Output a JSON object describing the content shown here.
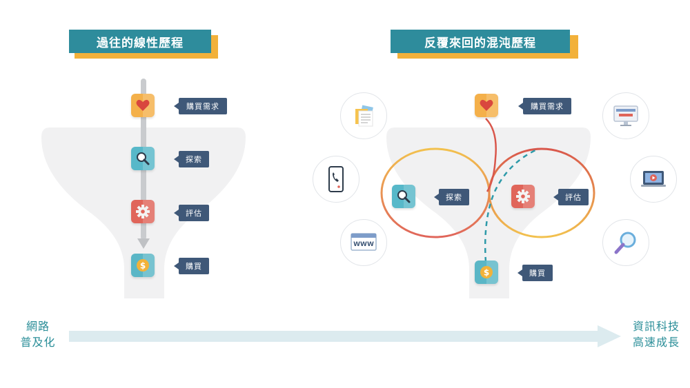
{
  "left_panel": {
    "title": "過往的線性歷程",
    "steps": [
      {
        "label": "購買需求",
        "icon": "heart-icon"
      },
      {
        "label": "探索",
        "icon": "magnifier-icon"
      },
      {
        "label": "評估",
        "icon": "gear-icon"
      },
      {
        "label": "購買",
        "icon": "coin-icon"
      }
    ]
  },
  "right_panel": {
    "title": "反覆來回的混沌歷程",
    "steps": [
      {
        "label": "購買需求",
        "icon": "heart-icon"
      },
      {
        "label": "探索",
        "icon": "magnifier-icon"
      },
      {
        "label": "評估",
        "icon": "gear-icon"
      },
      {
        "label": "購買",
        "icon": "coin-icon"
      }
    ],
    "touchpoints": [
      "document-icon",
      "phone-icon",
      "www-browser-icon",
      "desktop-monitor-icon",
      "video-laptop-icon",
      "search-magnifier-icon"
    ]
  },
  "timeline": {
    "start_label_line1": "網路",
    "start_label_line2": "普及化",
    "end_label_line1": "資訊科技",
    "end_label_line2": "高速成長"
  },
  "colors": {
    "title_bg": "#2e8c9c",
    "title_shadow": "#f2b13a",
    "tag_bg": "#3f5878",
    "heart_tile": "#f4b04a",
    "search_tile": "#57b8c9",
    "gear_tile": "#e0655a",
    "coin_tile": "#5ab6c6",
    "timeline_text": "#2a8e98",
    "arrow": "#dcebef"
  }
}
